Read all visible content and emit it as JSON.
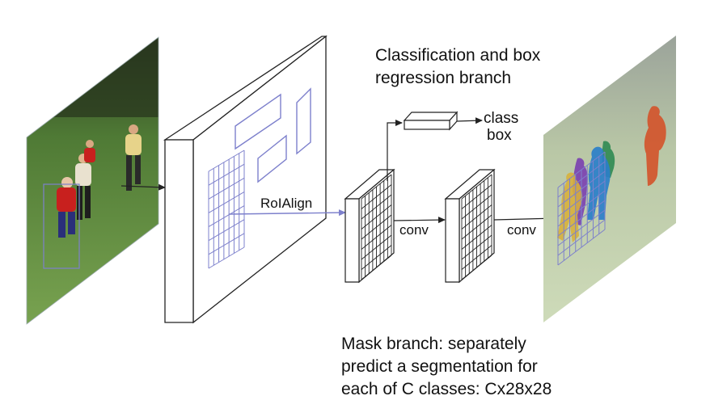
{
  "captions": {
    "classification_line1": "Classification and box",
    "classification_line2": "regression branch",
    "mask_line1": "Mask branch: separately",
    "mask_line2": "predict a segmentation for",
    "mask_line3": "each of C classes: Cx28x28"
  },
  "labels": {
    "roialign": "RoIAlign",
    "conv_1": "conv",
    "conv_2": "conv",
    "class_output": "class",
    "box_output": "box"
  },
  "colors": {
    "roi_box": "#7d80cc",
    "line": "#222222",
    "grass": "#5f8a3a",
    "mask_yellow": "#d7b03c",
    "mask_purple": "#7a3fb0",
    "mask_blue": "#2a7fc9",
    "mask_orange": "#d2552c",
    "mask_green": "#2f8a52"
  }
}
